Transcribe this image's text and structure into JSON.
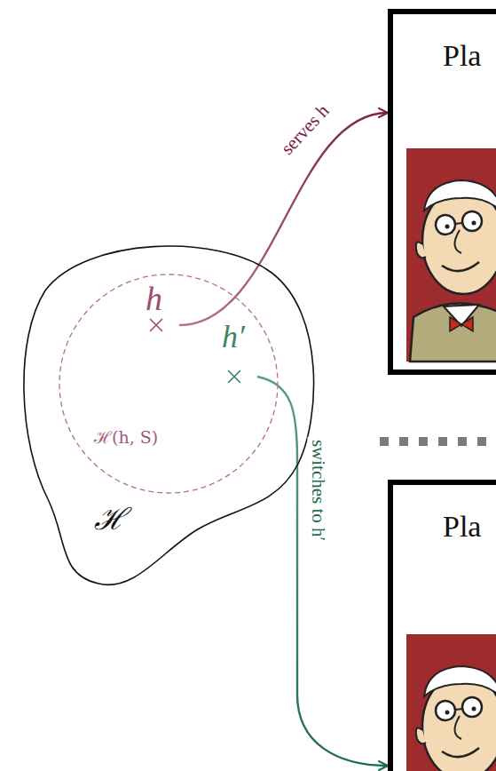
{
  "diagram": {
    "nodes": [
      {
        "text": [
          "ℋ"
        ]
      },
      {
        "text": [
          "ℋ(h, S)"
        ],
        "in": 0
      },
      {
        "text": [
          "h"
        ],
        "in": 1
      },
      {
        "text": [
          "h′"
        ],
        "in": 1
      },
      {
        "text": [
          "Pla"
        ]
      },
      {
        "text": [
          "Pla"
        ]
      }
    ],
    "edges": [
      {
        "from": 2,
        "to": 4,
        "label": "serves h",
        "arrow": "to"
      },
      {
        "from": 3,
        "to": 5,
        "label": "switches to h′",
        "arrow": "to"
      }
    ]
  }
}
